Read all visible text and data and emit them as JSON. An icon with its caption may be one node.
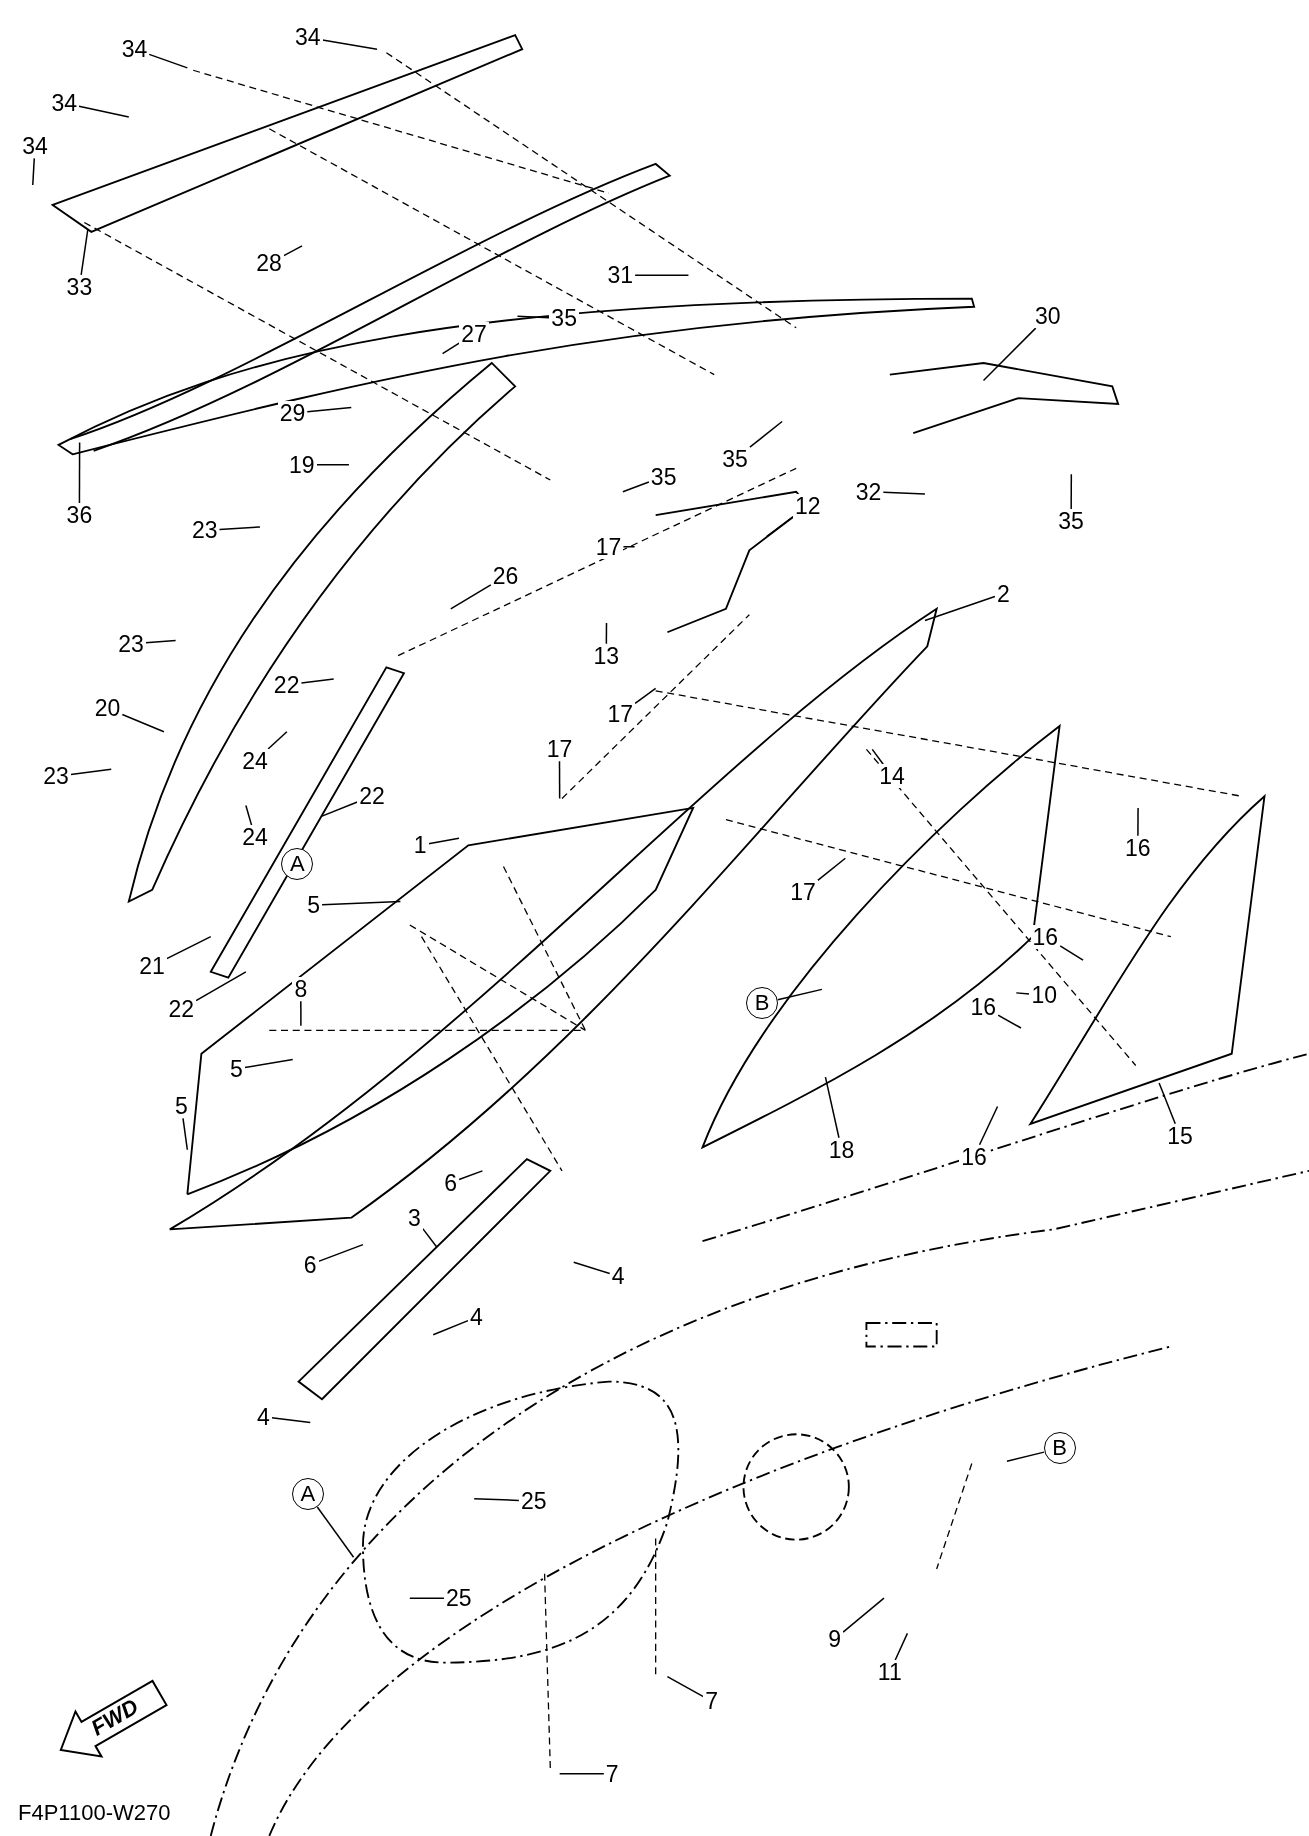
{
  "diagram": {
    "nodes": [
      {
        "text": [
          "34"
        ]
      },
      {
        "text": [
          "34"
        ]
      },
      {
        "text": [
          "34"
        ]
      },
      {
        "text": [
          "34"
        ]
      },
      {
        "text": [
          "33"
        ]
      },
      {
        "text": [
          "28"
        ]
      },
      {
        "text": [
          "31"
        ]
      },
      {
        "text": [
          "35"
        ]
      },
      {
        "text": [
          "27"
        ]
      },
      {
        "text": [
          "30"
        ]
      },
      {
        "text": [
          "36"
        ]
      },
      {
        "text": [
          "29"
        ]
      },
      {
        "text": [
          "19"
        ]
      },
      {
        "text": [
          "35"
        ]
      },
      {
        "text": [
          "35"
        ]
      },
      {
        "text": [
          "32"
        ]
      },
      {
        "text": [
          "35"
        ]
      },
      {
        "text": [
          "23"
        ]
      },
      {
        "text": [
          "26"
        ]
      },
      {
        "text": [
          "12"
        ]
      },
      {
        "text": [
          "17"
        ]
      },
      {
        "text": [
          "2"
        ]
      },
      {
        "text": [
          "13"
        ]
      },
      {
        "text": [
          "17"
        ]
      },
      {
        "text": [
          "23"
        ]
      },
      {
        "text": [
          "22"
        ]
      },
      {
        "text": [
          "20"
        ]
      },
      {
        "text": [
          "24"
        ]
      },
      {
        "text": [
          "14"
        ]
      },
      {
        "text": [
          "23"
        ]
      },
      {
        "text": [
          "17"
        ]
      },
      {
        "text": [
          "22"
        ]
      },
      {
        "text": [
          "24"
        ]
      },
      {
        "text": [
          "16"
        ]
      },
      {
        "text": [
          "A"
        ]
      },
      {
        "text": [
          "1"
        ]
      },
      {
        "text": [
          "17"
        ]
      },
      {
        "text": [
          "5"
        ]
      },
      {
        "text": [
          "16"
        ]
      },
      {
        "text": [
          "8"
        ]
      },
      {
        "text": [
          "10"
        ]
      },
      {
        "text": [
          "B"
        ]
      },
      {
        "text": [
          "21"
        ]
      },
      {
        "text": [
          "22"
        ]
      },
      {
        "text": [
          "16"
        ]
      },
      {
        "text": [
          "5"
        ]
      },
      {
        "text": [
          "5"
        ]
      },
      {
        "text": [
          "18"
        ]
      },
      {
        "text": [
          "16"
        ]
      },
      {
        "text": [
          "15"
        ]
      },
      {
        "text": [
          "6"
        ]
      },
      {
        "text": [
          "3"
        ]
      },
      {
        "text": [
          "6"
        ]
      },
      {
        "text": [
          "4"
        ]
      },
      {
        "text": [
          "4"
        ]
      },
      {
        "text": [
          "4"
        ]
      },
      {
        "text": [
          "B"
        ]
      },
      {
        "text": [
          "A"
        ]
      },
      {
        "text": [
          "25"
        ]
      },
      {
        "text": [
          "25"
        ]
      },
      {
        "text": [
          "9"
        ]
      },
      {
        "text": [
          "11"
        ]
      },
      {
        "text": [
          "7"
        ]
      },
      {
        "text": [
          "7"
        ]
      },
      {
        "text": [
          "FWD"
        ]
      }
    ],
    "edges": [
      {
        "from": 0,
        "to": null,
        "arrow": "none"
      },
      {
        "from": 1,
        "to": null,
        "arrow": "none"
      },
      {
        "from": 2,
        "to": null,
        "arrow": "none"
      },
      {
        "from": 3,
        "to": null,
        "arrow": "none"
      },
      {
        "from": 4,
        "to": null,
        "arrow": "none"
      },
      {
        "from": 5,
        "to": null,
        "arrow": "none"
      },
      {
        "from": 6,
        "to": null,
        "arrow": "none"
      },
      {
        "from": 7,
        "to": null,
        "arrow": "none"
      },
      {
        "from": 8,
        "to": null,
        "arrow": "none"
      },
      {
        "from": 9,
        "to": null,
        "arrow": "none"
      },
      {
        "from": 10,
        "to": null,
        "arrow": "none"
      },
      {
        "from": 11,
        "to": null,
        "arrow": "none"
      },
      {
        "from": 12,
        "to": null,
        "arrow": "none"
      },
      {
        "from": 13,
        "to": null,
        "arrow": "none"
      },
      {
        "from": 14,
        "to": null,
        "arrow": "none"
      },
      {
        "from": 15,
        "to": null,
        "arrow": "none"
      },
      {
        "from": 16,
        "to": null,
        "arrow": "none"
      },
      {
        "from": 17,
        "to": null,
        "arrow": "none"
      },
      {
        "from": 18,
        "to": null,
        "arrow": "none"
      },
      {
        "from": 19,
        "to": null,
        "arrow": "none"
      },
      {
        "from": 20,
        "to": null,
        "arrow": "none"
      },
      {
        "from": 21,
        "to": null,
        "arrow": "none"
      },
      {
        "from": 22,
        "to": null,
        "arrow": "none"
      },
      {
        "from": 23,
        "to": null,
        "arrow": "none"
      },
      {
        "from": 24,
        "to": null,
        "arrow": "none"
      },
      {
        "from": 25,
        "to": null,
        "arrow": "none"
      },
      {
        "from": 26,
        "to": null,
        "arrow": "none"
      },
      {
        "from": 27,
        "to": null,
        "arrow": "none"
      },
      {
        "from": 28,
        "to": null,
        "arrow": "none"
      },
      {
        "from": 29,
        "to": null,
        "arrow": "none"
      },
      {
        "from": 30,
        "to": null,
        "arrow": "none"
      },
      {
        "from": 31,
        "to": null,
        "arrow": "none"
      },
      {
        "from": 32,
        "to": null,
        "arrow": "none"
      },
      {
        "from": 33,
        "to": null,
        "arrow": "none"
      },
      {
        "from": 35,
        "to": null,
        "arrow": "none"
      },
      {
        "from": 36,
        "to": null,
        "arrow": "none"
      },
      {
        "from": 37,
        "to": null,
        "arrow": "none"
      },
      {
        "from": 38,
        "to": null,
        "arrow": "none"
      },
      {
        "from": 39,
        "to": null,
        "arrow": "none"
      },
      {
        "from": 40,
        "to": null,
        "arrow": "none"
      },
      {
        "from": 41,
        "to": null,
        "arrow": "none"
      },
      {
        "from": 42,
        "to": null,
        "arrow": "none"
      },
      {
        "from": 43,
        "to": null,
        "arrow": "none"
      },
      {
        "from": 44,
        "to": null,
        "arrow": "none"
      },
      {
        "from": 45,
        "to": null,
        "arrow": "none"
      },
      {
        "from": 46,
        "to": null,
        "arrow": "none"
      },
      {
        "from": 47,
        "to": null,
        "arrow": "none"
      },
      {
        "from": 48,
        "to": null,
        "arrow": "none"
      },
      {
        "from": 49,
        "to": null,
        "arrow": "none"
      },
      {
        "from": 50,
        "to": null,
        "arrow": "none"
      },
      {
        "from": 51,
        "to": null,
        "arrow": "none"
      },
      {
        "from": 52,
        "to": null,
        "arrow": "none"
      },
      {
        "from": 53,
        "to": null,
        "arrow": "none"
      },
      {
        "from": 54,
        "to": null,
        "arrow": "none"
      },
      {
        "from": 55,
        "to": null,
        "arrow": "none"
      },
      {
        "from": 56,
        "to": null,
        "arrow": "none"
      },
      {
        "from": 57,
        "to": null,
        "arrow": "none"
      },
      {
        "from": 58,
        "to": null,
        "arrow": "none"
      },
      {
        "from": 59,
        "to": null,
        "arrow": "none"
      },
      {
        "from": 60,
        "to": null,
        "arrow": "none"
      },
      {
        "from": 61,
        "to": null,
        "arrow": "none"
      },
      {
        "from": 62,
        "to": null,
        "arrow": "none"
      },
      {
        "from": 63,
        "to": null,
        "arrow": "none"
      }
    ],
    "labels": [
      "F4P1100-W270"
    ]
  }
}
